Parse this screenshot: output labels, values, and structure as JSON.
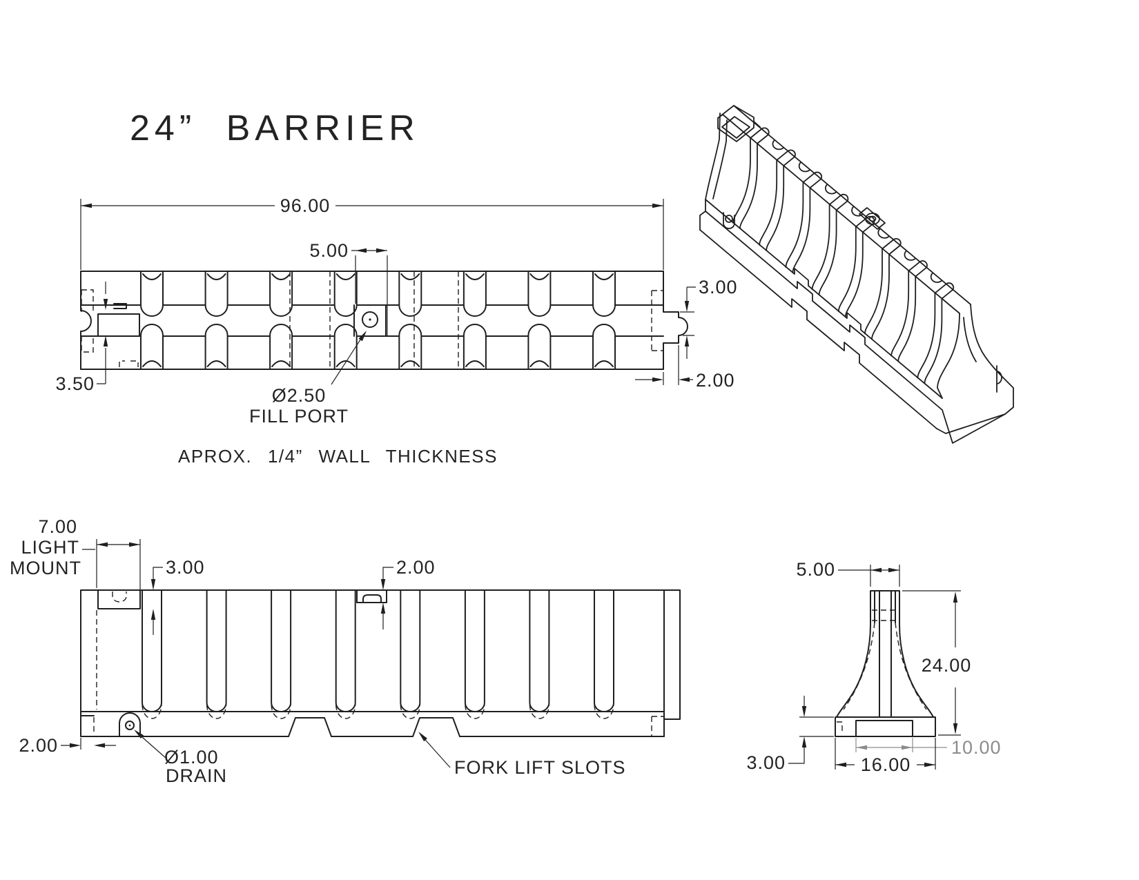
{
  "title": "24” BARRIER",
  "notes": {
    "wall_thickness": "APROX. 1/4” WALL THICKNESS"
  },
  "colors": {
    "line": "#1f1f1f",
    "dim_gray": "#8c8c8c",
    "background": "#ffffff"
  },
  "top_view": {
    "dims": {
      "overall_length": "96.00",
      "fill_port_offset": "5.00",
      "connector_height": "3.00",
      "connector_depth": "2.00",
      "pocket_depth": "3.50"
    },
    "fill_port": {
      "diameter": "Ø2.50",
      "label": "FILL PORT"
    }
  },
  "side_view": {
    "light_mount": {
      "width": "7.00",
      "label_line1": "LIGHT",
      "label_line2": "MOUNT",
      "depth": "3.00"
    },
    "dims": {
      "fill_recess_depth": "2.00",
      "base_lip": "2.00"
    },
    "drain": {
      "diameter": "Ø1.00",
      "label": "DRAIN"
    },
    "fork_lift_label": "FORK LIFT SLOTS"
  },
  "section_view": {
    "dims": {
      "top_width": "5.00",
      "height": "24.00",
      "base_inner_width": "10.00",
      "base_width": "16.00",
      "base_height": "3.00"
    }
  }
}
